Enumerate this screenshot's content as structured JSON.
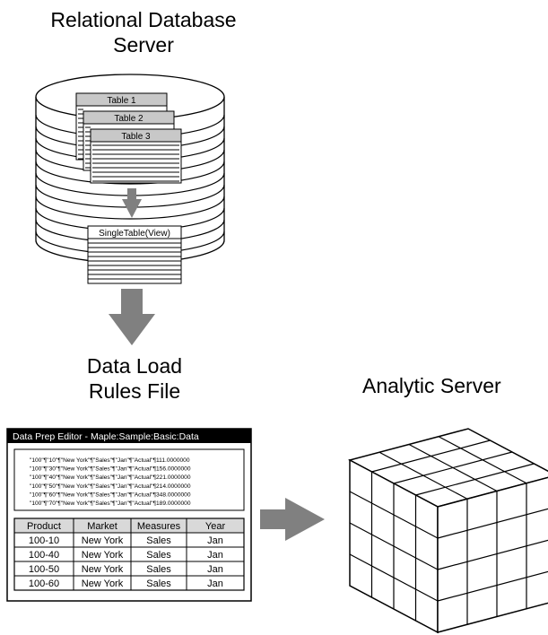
{
  "db": {
    "title_line1": "Relational Database",
    "title_line2": "Server",
    "tables": [
      "Table 1",
      "Table 2",
      "Table 3"
    ],
    "view_label": "SingleTable(View)"
  },
  "rules": {
    "title_line1": "Data Load",
    "title_line2": "Rules File"
  },
  "editor": {
    "window_title": "Data Prep Editor - Maple:Sample:Basic:Data",
    "records": [
      "\"100\"¶\"10\"¶\"New York\"¶\"Sales\"¶\"Jan\"¶\"Actual\"¶111.0000000",
      "\"100\"¶\"30\"¶\"New York\"¶\"Sales\"¶\"Jan\"¶\"Actual\"¶156.0000000",
      "\"100\"¶\"40\"¶\"New York\"¶\"Sales\"¶\"Jan\"¶\"Actual\"¶221.0000000",
      "\"100\"¶\"50\"¶\"New York\"¶\"Sales\"¶\"Jan\"¶\"Actual\"¶214.0000000",
      "\"100\"¶\"60\"¶\"New York\"¶\"Sales\"¶\"Jan\"¶\"Actual\"¶348.0000000",
      "\"100\"¶\"70\"¶\"New York\"¶\"Sales\"¶\"Jan\"¶\"Actual\"¶189.0000000"
    ],
    "columns": [
      "Product",
      "Market",
      "Measures",
      "Year"
    ],
    "rows": [
      [
        "100-10",
        "New York",
        "Sales",
        "Jan"
      ],
      [
        "100-40",
        "New York",
        "Sales",
        "Jan"
      ],
      [
        "100-50",
        "New York",
        "Sales",
        "Jan"
      ],
      [
        "100-60",
        "New York",
        "Sales",
        "Jan"
      ]
    ]
  },
  "cube": {
    "title": "Analytic Server"
  },
  "colors": {
    "arrow": "#808080",
    "table_header": "#c8c8c8",
    "window_titlebar": "#000000"
  }
}
